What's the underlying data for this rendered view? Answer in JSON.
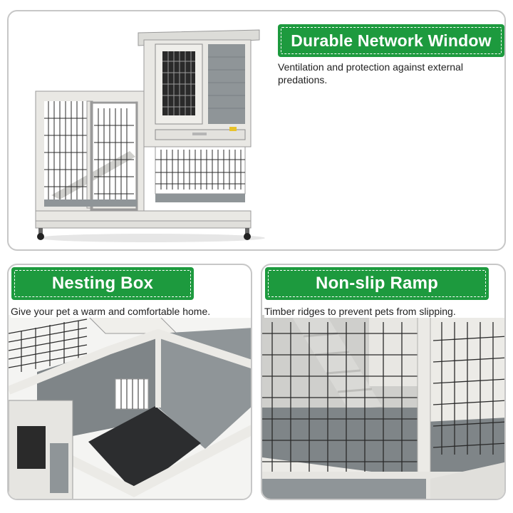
{
  "panels": {
    "top": {
      "title": "Durable Network Window",
      "description": "Ventilation and protection against external predations."
    },
    "bottom_left": {
      "title": "Nesting Box",
      "description": "Give your pet a warm and comfortable home."
    },
    "bottom_right": {
      "title": "Non-slip Ramp",
      "description": "Timber ridges to prevent pets from slipping."
    }
  },
  "colors": {
    "badge_green": "#1d9a3e",
    "wood_gray": "#8f9598",
    "frame_white": "#e9e8e4",
    "wire_black": "#222222"
  }
}
